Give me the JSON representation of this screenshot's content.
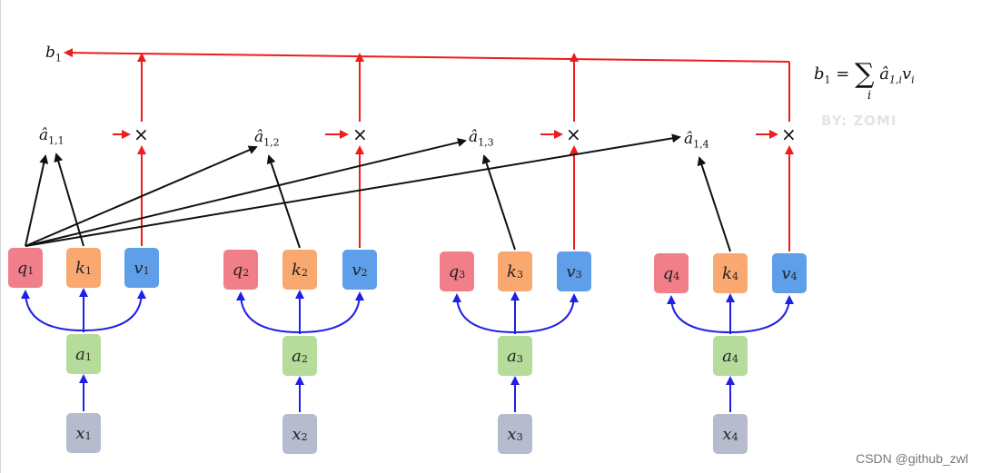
{
  "diagram": {
    "groups": [
      {
        "q": {
          "base": "q",
          "sub": "1"
        },
        "k": {
          "base": "k",
          "sub": "1"
        },
        "v": {
          "base": "v",
          "sub": "1"
        },
        "a": {
          "base": "a",
          "sub": "1"
        },
        "x": {
          "base": "x",
          "sub": "1"
        },
        "ahat": {
          "base": "â",
          "sub": "1,1"
        }
      },
      {
        "q": {
          "base": "q",
          "sub": "2"
        },
        "k": {
          "base": "k",
          "sub": "2"
        },
        "v": {
          "base": "v",
          "sub": "2"
        },
        "a": {
          "base": "a",
          "sub": "2"
        },
        "x": {
          "base": "x",
          "sub": "2"
        },
        "ahat": {
          "base": "â",
          "sub": "1,2"
        }
      },
      {
        "q": {
          "base": "q",
          "sub": "3"
        },
        "k": {
          "base": "k",
          "sub": "3"
        },
        "v": {
          "base": "v",
          "sub": "3"
        },
        "a": {
          "base": "a",
          "sub": "3"
        },
        "x": {
          "base": "x",
          "sub": "3"
        },
        "ahat": {
          "base": "â",
          "sub": "1,3"
        }
      },
      {
        "q": {
          "base": "q",
          "sub": "4"
        },
        "k": {
          "base": "k",
          "sub": "4"
        },
        "v": {
          "base": "v",
          "sub": "4"
        },
        "a": {
          "base": "a",
          "sub": "4"
        },
        "x": {
          "base": "x",
          "sub": "4"
        },
        "ahat": {
          "base": "â",
          "sub": "1,4"
        }
      }
    ],
    "multiply_symbol": "×",
    "output": {
      "base": "b",
      "sub": "1"
    },
    "formula": {
      "lhs_base": "b",
      "lhs_sub": "1",
      "equals": "=",
      "sigma": "∑",
      "sigma_index": "i",
      "term_base": "â",
      "term_sub": "1,i",
      "term_v": "v",
      "term_v_sub": "i"
    },
    "watermark": "BY: ZOMI",
    "credit": "CSDN @github_zwl",
    "colors": {
      "query": "#f07f8a",
      "key": "#f9a86f",
      "value": "#5f9ee8",
      "input_a": "#b5dc9a",
      "input_x": "#b6bccd",
      "blue_arrow": "#1f1fe6",
      "red_arrow": "#ee1c1c",
      "black_arrow": "#111111"
    }
  }
}
